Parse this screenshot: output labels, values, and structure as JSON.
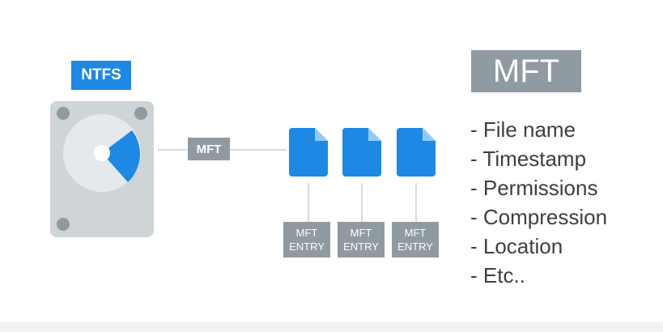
{
  "diagram": {
    "filesystem_label": "NTFS",
    "connector_label": "MFT",
    "entries": [
      {
        "line1": "MFT",
        "line2": "ENTRY"
      },
      {
        "line1": "MFT",
        "line2": "ENTRY"
      },
      {
        "line1": "MFT",
        "line2": "ENTRY"
      }
    ],
    "icons": {
      "drive": "hard-drive-icon",
      "file": "file-icon"
    },
    "colors": {
      "accent": "#1e88e5",
      "label_gray": "#8f9aa1",
      "drive_gray": "#cfd4d7"
    }
  },
  "panel": {
    "title": "MFT",
    "attributes": [
      "- File name",
      "- Timestamp",
      "- Permissions",
      "- Compression",
      "- Location",
      "- Etc.."
    ]
  }
}
